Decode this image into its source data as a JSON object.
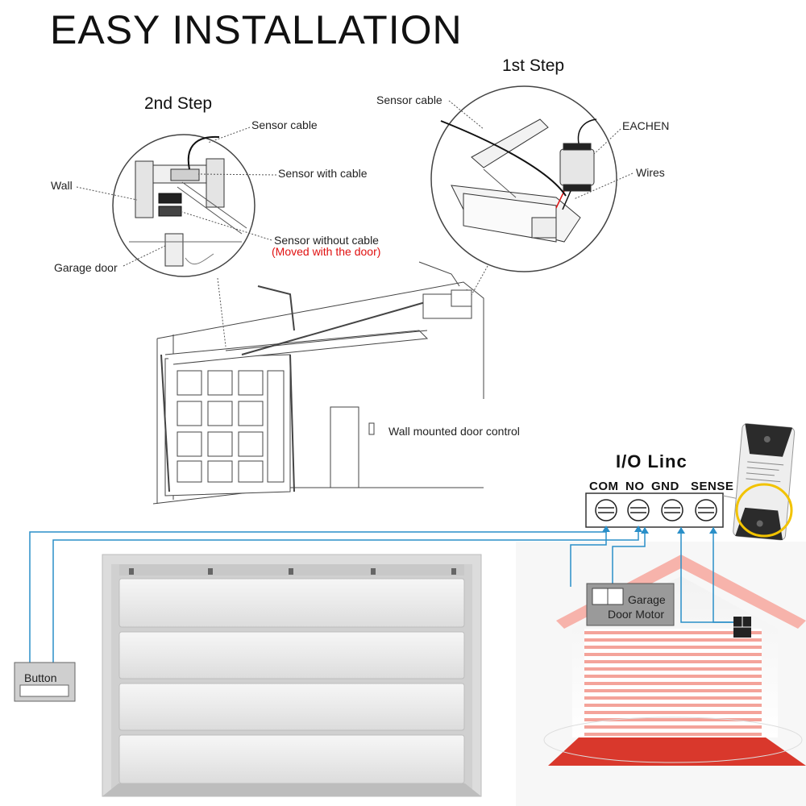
{
  "title": "EASY INSTALLATION",
  "step1": {
    "heading": "1st Step",
    "sensor_cable": "Sensor cable",
    "brand": "EACHEN",
    "wires": "Wires"
  },
  "step2": {
    "heading": "2nd Step",
    "sensor_cable": "Sensor cable",
    "sensor_with_cable": "Sensor with cable",
    "wall": "Wall",
    "sensor_without_cable": "Sensor without cable",
    "moved_note": "(Moved with the door)",
    "garage_door": "Garage door"
  },
  "wall_control": "Wall mounted door control",
  "io_linc": {
    "title": "I/O Linc",
    "terminals": [
      "COM",
      "NO",
      "GND",
      "SENSE"
    ]
  },
  "button_label": "Button",
  "motor_label_line1": "Garage",
  "motor_label_line2": "Door Motor",
  "colors": {
    "wire": "#2a8fc8",
    "red_note": "#e01010",
    "door_fill": "#e8e8e8",
    "house_stripes": "#f4a39a",
    "house_floor": "#d9382c"
  }
}
